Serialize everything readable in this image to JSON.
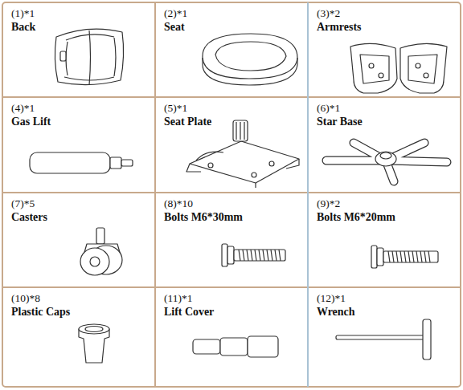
{
  "diagram": {
    "nodes": [
      {
        "text": [
          "(1)*1",
          "Back"
        ]
      },
      {
        "text": [
          "(2)*1",
          "Seat"
        ]
      },
      {
        "text": [
          "(3)*2",
          "Armrests"
        ]
      },
      {
        "text": [
          "(4)*1",
          "Gas Lift"
        ]
      },
      {
        "text": [
          "(5)*1",
          "Seat Plate"
        ]
      },
      {
        "text": [
          "(6)*1",
          "Star Base"
        ]
      },
      {
        "text": [
          "(7)*5",
          "Casters"
        ]
      },
      {
        "text": [
          "(8)*10",
          "Bolts M6*30mm"
        ]
      },
      {
        "text": [
          "(9)*2",
          "Bolts M6*20mm"
        ]
      },
      {
        "text": [
          "(10)*8",
          "Plastic Caps"
        ]
      },
      {
        "text": [
          "(11)*1",
          "Lift Cover"
        ]
      },
      {
        "text": [
          "(12)*1",
          "Wrench"
        ]
      }
    ]
  }
}
